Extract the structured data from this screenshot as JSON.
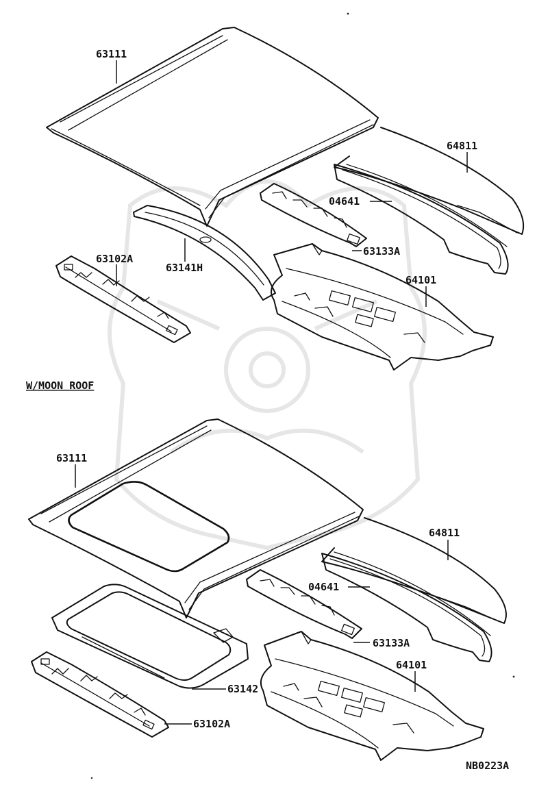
{
  "diagram": {
    "section_title": "W/MOON ROOF",
    "drawing_code": "NB0223A",
    "watermark_icon": "samurai-helmet-icon",
    "top_assembly": {
      "labels": {
        "roof_panel": "63111",
        "roof_side_rail": "64811",
        "weatherstrip": "04641",
        "roof_bow": "63133A",
        "rear_header": "63141H",
        "front_header": "63102A",
        "rear_shelf": "64101"
      }
    },
    "moon_roof_assembly": {
      "labels": {
        "roof_panel": "63111",
        "roof_side_rail": "64811",
        "weatherstrip": "04641",
        "roof_bow": "63133A",
        "moon_roof_frame": "63142",
        "front_header": "63102A",
        "rear_shelf": "64101"
      }
    }
  }
}
